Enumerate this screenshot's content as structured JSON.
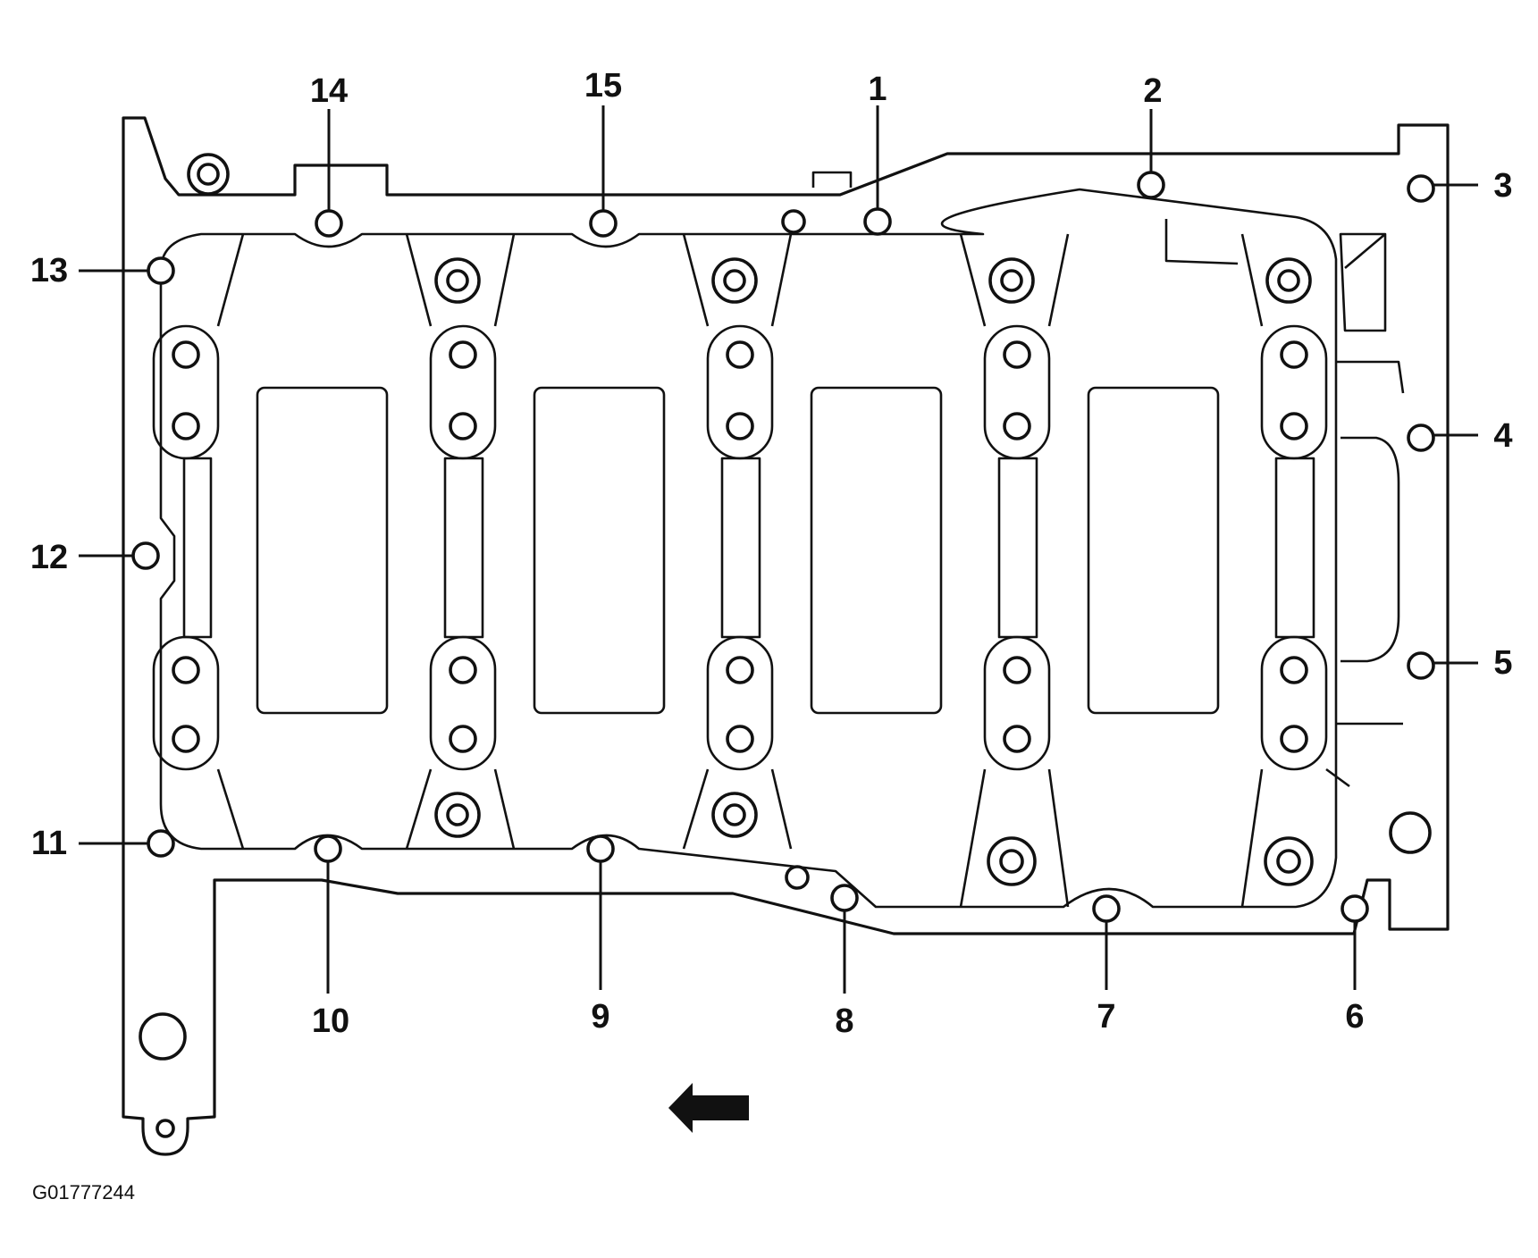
{
  "figure_id": "G01777244",
  "callouts": [
    "1",
    "2",
    "3",
    "4",
    "5",
    "6",
    "7",
    "8",
    "9",
    "10",
    "11",
    "12",
    "13",
    "14",
    "15"
  ],
  "direction_arrow_icon": "arrow-left-icon"
}
